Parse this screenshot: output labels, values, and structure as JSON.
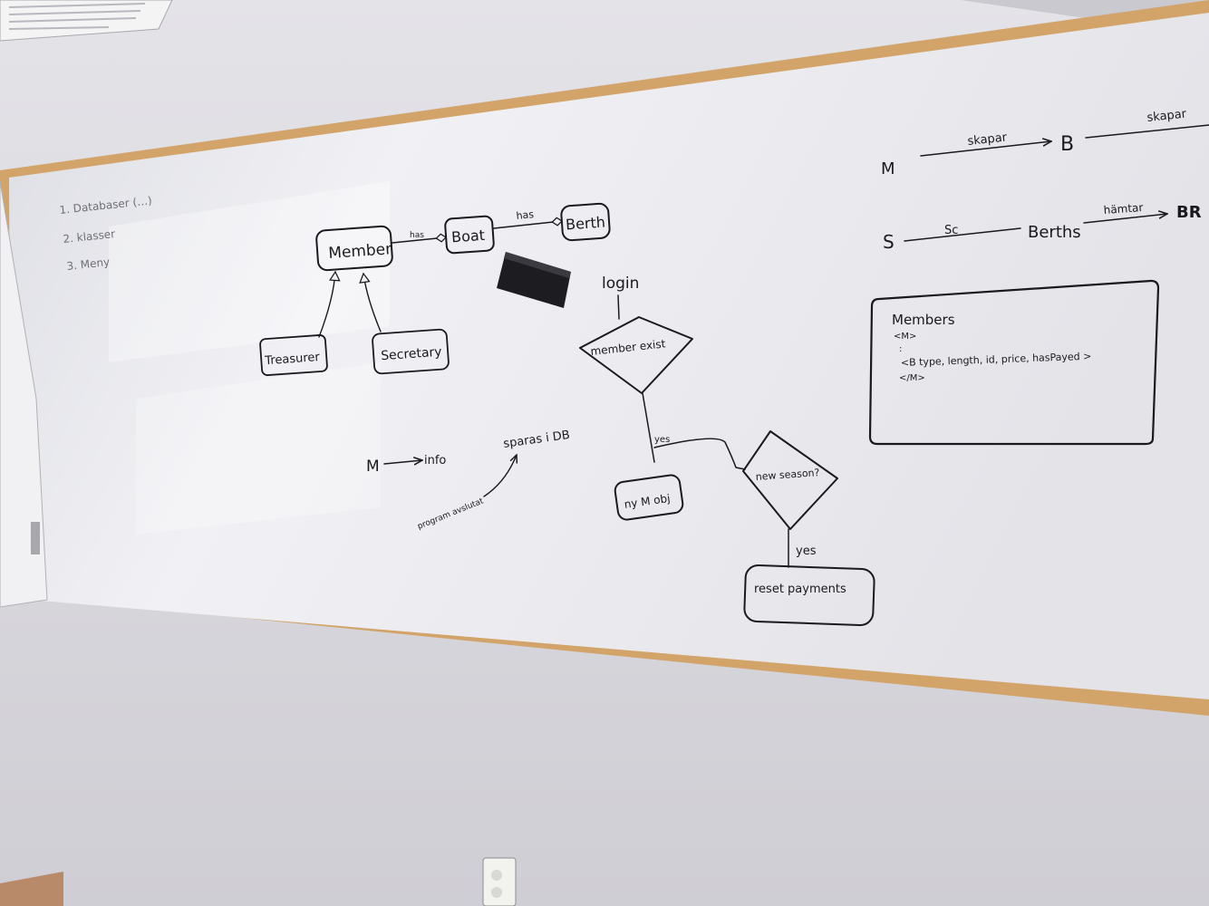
{
  "board": {
    "colors": {
      "wall": "#d9d8de",
      "board_surface": "#e9e9ee",
      "frame_wood": "#d2a46a",
      "ink": "#1a1a1e"
    },
    "left_notes": [
      "1. Databaser (…)",
      "2. klasser",
      "3. Meny"
    ],
    "class_diagram": {
      "member": "Member",
      "boat": "Boat",
      "berth": "Berth",
      "treasurer": "Treasurer",
      "secretary": "Secretary",
      "rel_member_boat": "has",
      "rel_boat_berth": "has"
    },
    "flowchart": {
      "login": "login",
      "member_exist": "member exist",
      "yes_1": "yes",
      "new_member_obj": "ny M obj",
      "new_season": "new season?",
      "yes_2": "yes",
      "reset_payments": "reset payments"
    },
    "info_flow": {
      "m_label": "M",
      "info_label": "info",
      "save_label": "sparas i DB",
      "program_label": "program avslutat"
    },
    "right_relations": {
      "row1": {
        "from": "M",
        "verb": "skapar",
        "to": "B",
        "verb2": "skapar"
      },
      "row2": {
        "from": "S",
        "verb": "Sc",
        "to": "Berths",
        "verb2": "hämtar",
        "to2": "BR"
      }
    },
    "xml_box": {
      "title": "Members",
      "lines": [
        "<M>",
        ":",
        "<B  type, length, id, price, hasPayed >",
        "</M>"
      ]
    },
    "icons": {
      "eraser": "eraser-icon",
      "outlet": "power-outlet-icon"
    }
  }
}
